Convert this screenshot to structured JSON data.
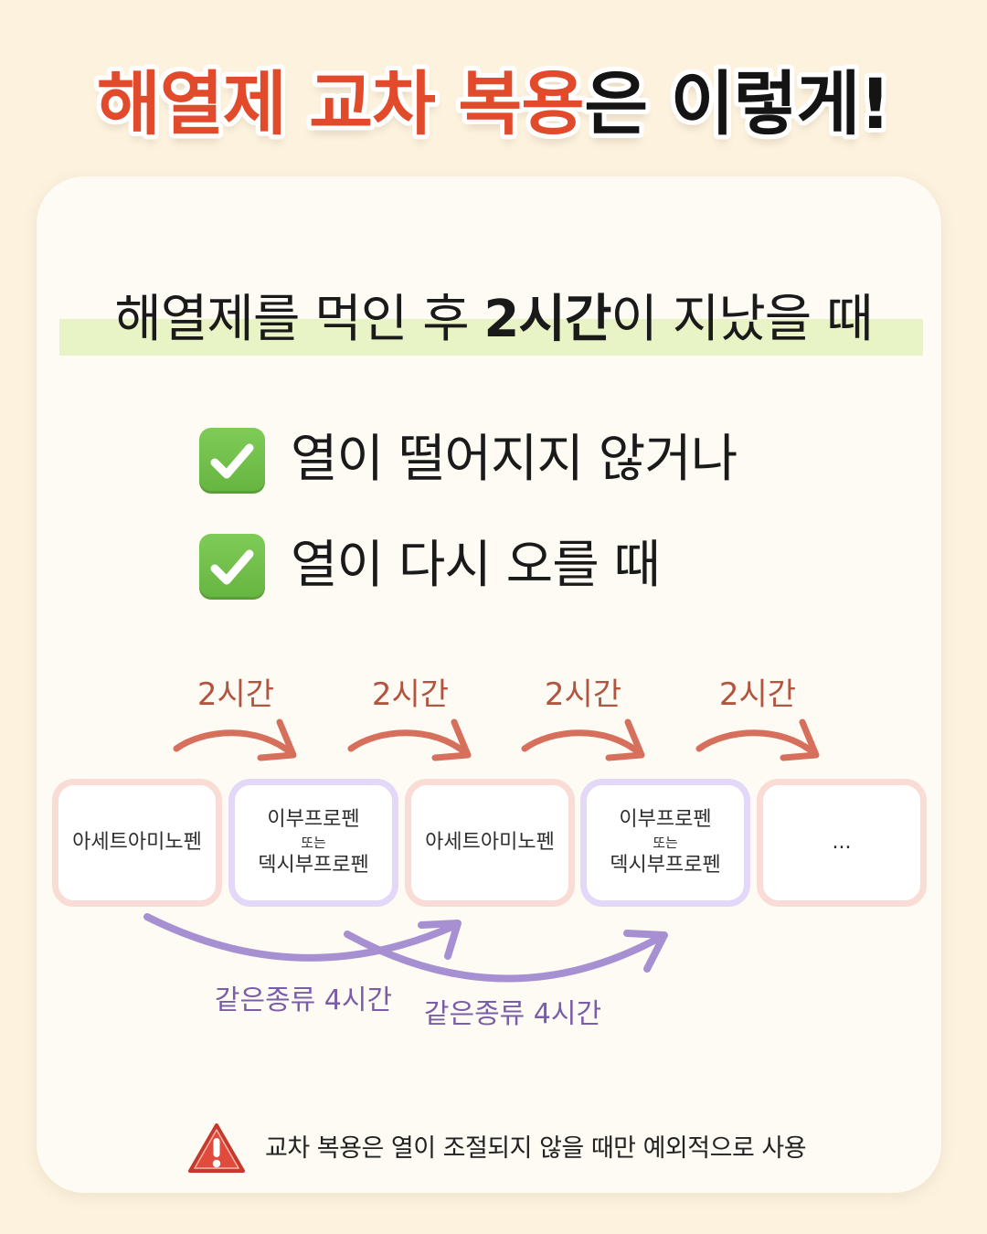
{
  "colors": {
    "page_bg": "#FCF2DE",
    "card_bg": "#FDFBF3",
    "title_accent": "#E14B2C",
    "title_dark": "#141414",
    "highlight": "#E9F4C6",
    "check_green": "#66B540",
    "interval_label": "#B2543F",
    "interval_arrow": "#D6705D",
    "same_kind_arrow": "#A690D2",
    "same_kind_label": "#7A5DA8",
    "warning_red": "#E14B3C"
  },
  "title": {
    "accent": "해열제 교차 복용",
    "rest": "은 이렇게!"
  },
  "condition": {
    "before": "해열제를 먹인 후 ",
    "emphasis": "2시간",
    "after": "이 지났을 때"
  },
  "checklist": [
    {
      "icon": "check-mark-button-icon",
      "text": "열이 떨어지지 않거나"
    },
    {
      "icon": "check-mark-button-icon",
      "text": "열이 다시 오를 때"
    }
  ],
  "schedule": {
    "interval_labels": [
      "2시간",
      "2시간",
      "2시간",
      "2시간"
    ],
    "boxes": [
      {
        "lines": [
          "아세트아미노펜"
        ],
        "border_color": "#F8DCD5"
      },
      {
        "lines": [
          "이부프로펜",
          "또는",
          "덱시부프로펜"
        ],
        "border_color": "#E3D8F7"
      },
      {
        "lines": [
          "아세트아미노펜"
        ],
        "border_color": "#F8DCD5"
      },
      {
        "lines": [
          "이부프로펜",
          "또는",
          "덱시부프로펜"
        ],
        "border_color": "#E3D8F7"
      },
      {
        "lines": [
          "..."
        ],
        "border_color": "#F8DCD5"
      }
    ],
    "same_kind_labels": [
      "같은종류 4시간",
      "같은종류 4시간"
    ]
  },
  "warning": {
    "icon": "warning-icon",
    "text": "교차 복용은 열이 조절되지 않을 때만 예외적으로 사용"
  }
}
